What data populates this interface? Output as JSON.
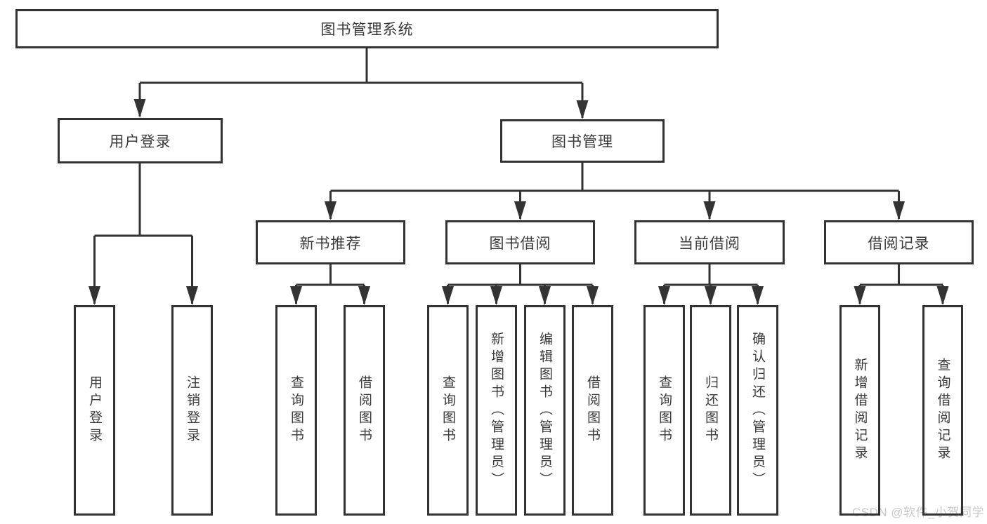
{
  "colors": {
    "line": "#333333",
    "box_border": "#333333",
    "text": "#3a3a3a",
    "watermark": "#c9c9c9",
    "background": "#ffffff"
  },
  "watermark": {
    "text": "CSDN @软件_小贺同学"
  },
  "tree": {
    "root": {
      "label": "图书管理系统",
      "children": [
        {
          "label": "用户登录",
          "children": [
            {
              "label": "用户登录"
            },
            {
              "label": "注销登录"
            }
          ]
        },
        {
          "label": "图书管理",
          "children": [
            {
              "label": "新书推荐",
              "children": [
                {
                  "label": "查询图书"
                },
                {
                  "label": "借阅图书"
                }
              ]
            },
            {
              "label": "图书借阅",
              "children": [
                {
                  "label": "查询图书"
                },
                {
                  "label": "新增图书（管理员）"
                },
                {
                  "label": "编辑图书（管理员）"
                },
                {
                  "label": "借阅图书"
                }
              ]
            },
            {
              "label": "当前借阅",
              "children": [
                {
                  "label": "查询图书"
                },
                {
                  "label": "归还图书"
                },
                {
                  "label": "确认归还（管理员）"
                }
              ]
            },
            {
              "label": "借阅记录",
              "children": [
                {
                  "label": "新增借阅记录"
                },
                {
                  "label": "查询借阅记录"
                }
              ]
            }
          ]
        }
      ]
    }
  }
}
